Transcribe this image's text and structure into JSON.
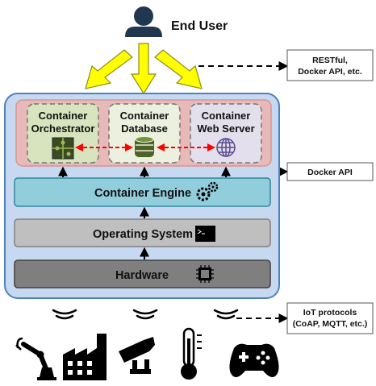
{
  "user": {
    "label": "End User"
  },
  "containers": [
    {
      "line1": "Container",
      "line2": "Orchestrator"
    },
    {
      "line1": "Container",
      "line2": "Database"
    },
    {
      "line1": "Container",
      "line2": "Web Server"
    }
  ],
  "layers": {
    "engine": "Container Engine",
    "os": "Operating System",
    "hardware": "Hardware"
  },
  "annotations": {
    "restful_line1": "RESTful,",
    "restful_line2": "Docker API, etc.",
    "docker_api": "Docker API",
    "iot_line1": "IoT protocols",
    "iot_line2": "(CoAP, MQTT, etc.)"
  },
  "devices": [
    "robot-arm",
    "factory",
    "security-camera",
    "thermometer",
    "gamepad"
  ],
  "colors": {
    "host_fill": "#c6d9f1",
    "host_stroke": "#4f81bd",
    "pink_fill": "#e7b9b9",
    "pink_stroke": "#d99694",
    "orchestrator_fill": "#d7e4bd",
    "database_fill": "#ebf1de",
    "webserver_fill": "#e4dfec",
    "engine_fill": "#92cddc",
    "os_fill": "#bfbfbf",
    "hardware_fill": "#7f7f7f",
    "yellow_arrow": "#ffff00",
    "red_arrow": "#ff0000"
  }
}
